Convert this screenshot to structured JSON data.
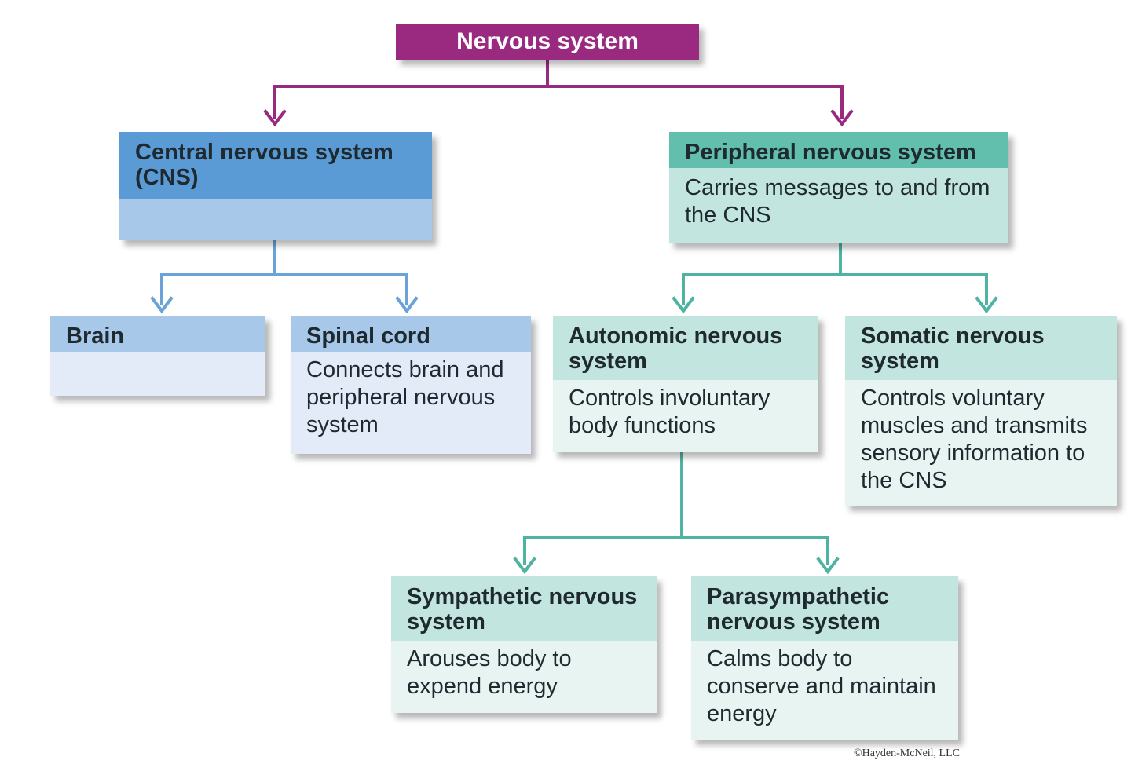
{
  "colors": {
    "root": "#9a2a80",
    "cns_header": "#5b9bd5",
    "cns_light": "#a8c8ea",
    "cns_pale": "#e3ebf9",
    "pns_header": "#62bfad",
    "pns_light": "#c2e5df",
    "pns_pale": "#e7f4f1"
  },
  "root": {
    "title": "Nervous system"
  },
  "cns": {
    "title": "Central nervous system (CNS)",
    "description": ""
  },
  "pns": {
    "title": "Peripheral nervous system",
    "description": "Carries messages to and from the CNS"
  },
  "brain": {
    "title": "Brain",
    "description": ""
  },
  "spinal_cord": {
    "title": "Spinal cord",
    "description": "Connects brain and peripheral nervous system"
  },
  "autonomic": {
    "title": "Autonomic nervous system",
    "description": "Controls involuntary body functions"
  },
  "somatic": {
    "title": "Somatic nervous system",
    "description": "Controls voluntary muscles and transmits sensory information to the CNS"
  },
  "sympathetic": {
    "title": "Sympathetic nervous system",
    "description": "Arouses body to expend energy"
  },
  "parasympathetic": {
    "title": "Parasympathetic nervous system",
    "description": "Calms body to conserve and maintain energy"
  },
  "credit": "©Hayden-McNeil, LLC"
}
